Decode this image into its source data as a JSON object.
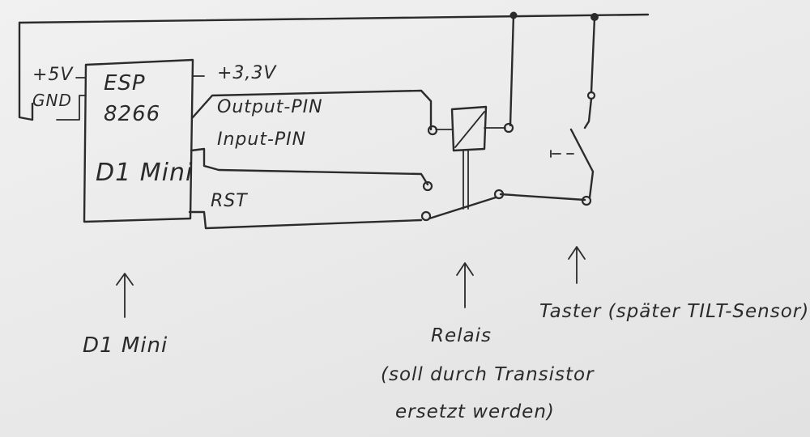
{
  "esp": {
    "line1": "ESP",
    "line2": "8266",
    "line3": "D1 Mini"
  },
  "power_labels": {
    "plus5v": "+5V",
    "gnd": "GND",
    "plus33v": "+3,3V"
  },
  "pins": {
    "output": "Output-PIN",
    "input": "Input-PIN",
    "reset": "RST"
  },
  "annotations": {
    "d1mini": "D1 Mini",
    "relais_line1": "Relais",
    "relais_line2": "(soll durch Transistor",
    "relais_line3": "ersetzt werden)",
    "taster": "Taster (später TILT-Sensor)"
  }
}
